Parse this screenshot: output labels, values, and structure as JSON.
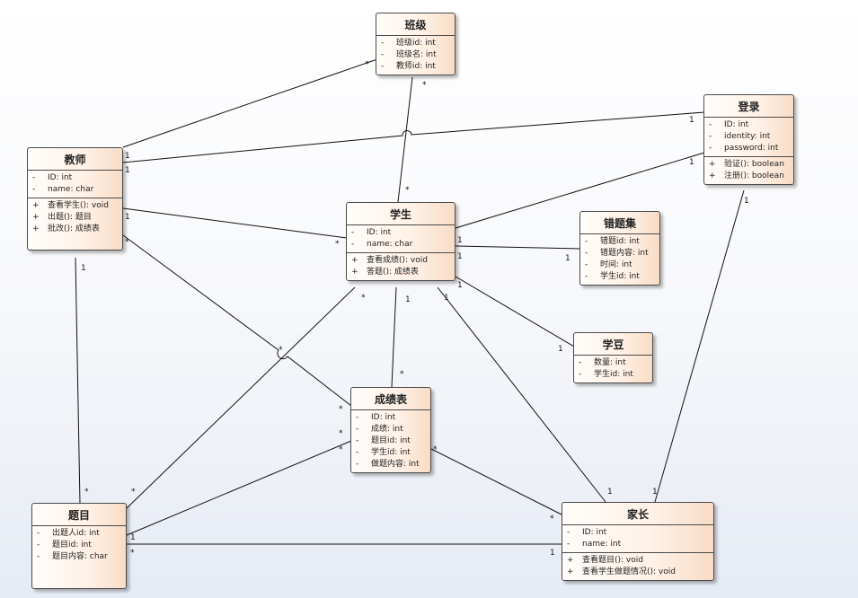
{
  "classes": {
    "banji": {
      "name": "班级",
      "attributes": [
        "班级id: int",
        "班级名: int",
        "教师id: int"
      ],
      "operations": []
    },
    "denglu": {
      "name": "登录",
      "attributes": [
        "ID: int",
        "identity: int",
        "password: int"
      ],
      "operations": [
        "验证(): boolean",
        "注册(): boolean"
      ]
    },
    "jiaoshi": {
      "name": "教师",
      "attributes": [
        "ID: int",
        "name: char"
      ],
      "operations": [
        "查看学生(): void",
        "出题(): 题目",
        "批改(): 成绩表"
      ]
    },
    "xuesheng": {
      "name": "学生",
      "attributes": [
        "ID: int",
        "name: char"
      ],
      "operations": [
        "查看成绩(): void",
        "答题(): 成绩表"
      ]
    },
    "cuotiji": {
      "name": "错题集",
      "attributes": [
        "错题id: int",
        "错题内容: int",
        "时间: int",
        "学生id: int"
      ],
      "operations": []
    },
    "xuedou": {
      "name": "学豆",
      "attributes": [
        "数量: int",
        "学生id: int"
      ],
      "operations": []
    },
    "chengji": {
      "name": "成绩表",
      "attributes": [
        "ID: int",
        "成绩: int",
        "题目id: int",
        "学生id: int",
        "做题内容: int"
      ],
      "operations": []
    },
    "timu": {
      "name": "题目",
      "attributes": [
        "出题人id: int",
        "题目id: int",
        "题目内容: char"
      ],
      "operations": []
    },
    "jiazhang": {
      "name": "家长",
      "attributes": [
        "ID: int",
        "name: int"
      ],
      "operations": [
        "查看题目(): void",
        "查看学生做题情况(): void"
      ]
    }
  },
  "markers": {
    "attribute": "-",
    "operation": "+"
  },
  "multiplicities": [
    "1",
    "*",
    "*",
    "1",
    "1",
    "1",
    "1",
    "1",
    "*",
    "*",
    "1",
    "1",
    "*",
    "1",
    "1",
    "1",
    "1",
    "1",
    "1",
    "*",
    "*",
    "*",
    "*",
    "*",
    "*",
    "*",
    "1",
    "1",
    "1",
    "*",
    "*",
    "*",
    "*",
    "1",
    "1",
    "*",
    "*"
  ]
}
